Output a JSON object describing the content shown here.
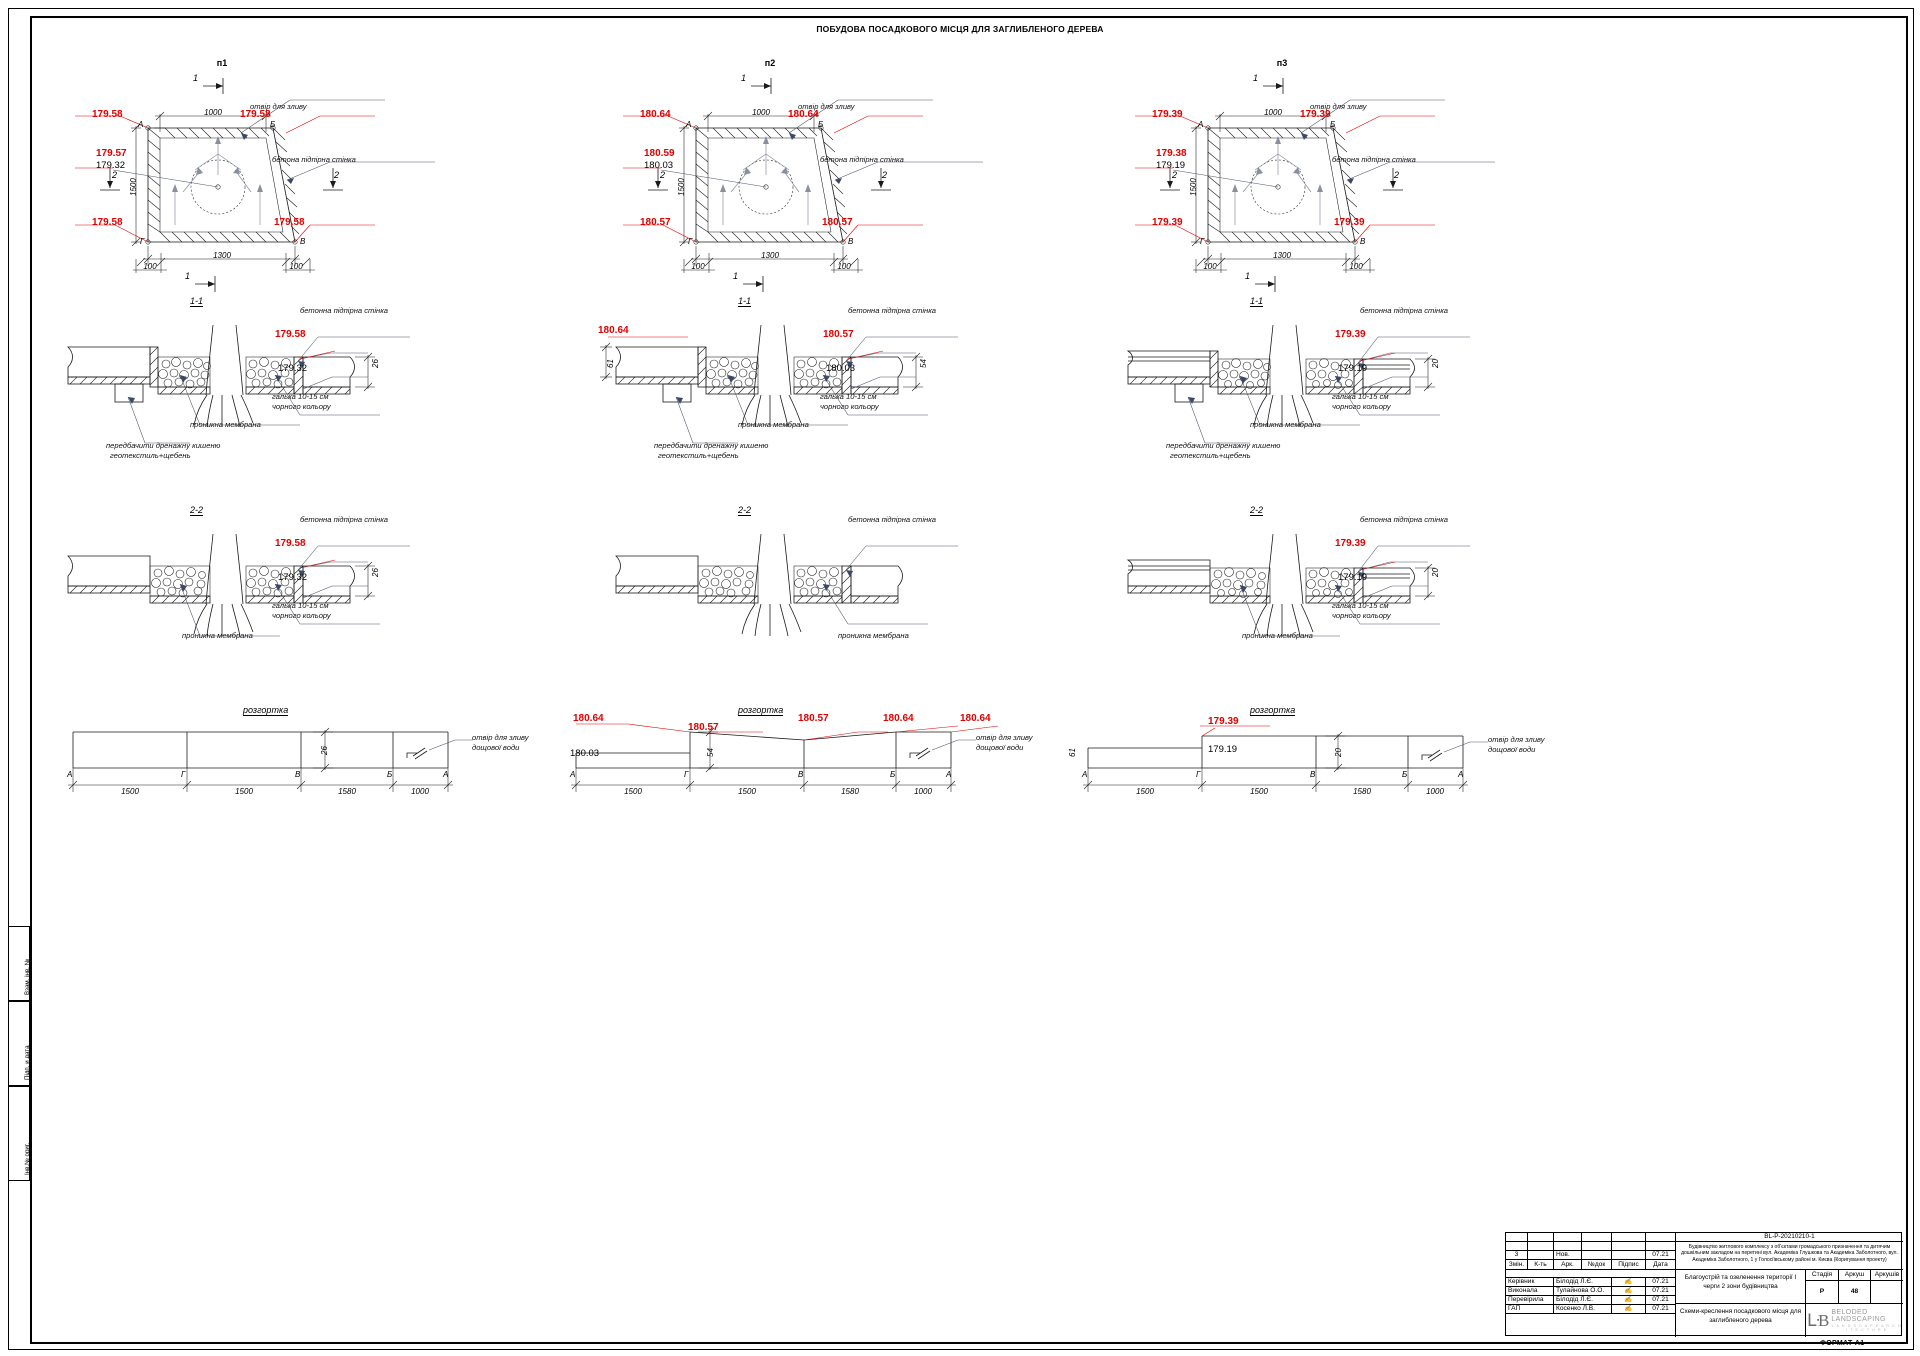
{
  "sheet": {
    "title": "ПОБУДОВА ПОСАДКОВОГО МІСЦЯ ДЛЯ ЗАГЛИБЛЕНОГО ДЕРЕВА",
    "format_label": "ФОРМАТ А1"
  },
  "left_stamp": {
    "labels": [
      "Взам. інв. №",
      "Підп. и дата",
      "Інв.№ ориг."
    ]
  },
  "common": {
    "label_opening": "отвір для зливу",
    "label_wall_plan": "бетона підпірна стінка",
    "label_wall_sect": "бетонна підпірна стінка",
    "label_membrane": "проникна мембрана",
    "label_gravel_1": "галька 10-15 см",
    "label_gravel_2": "чорного кольору",
    "label_drain_1": "передбачити дренажну кишеню",
    "label_drain_2": "геотекстиль+щебень",
    "label_outlet_1": "отвір для зливу",
    "label_outlet_2": "дощової води",
    "label_unfold": "розгортка",
    "sect_1": "1-1",
    "sect_2": "2-2",
    "mark_1": "1",
    "mark_2": "2",
    "corners": [
      "А",
      "Б",
      "В",
      "Г"
    ],
    "dim_top": "1000",
    "dim_bottom": "1300",
    "dim_side": "1500",
    "dim_100": "100"
  },
  "details": [
    {
      "name": "п1",
      "plan": {
        "elev_top_left": "179.58",
        "elev_top_right": "179.58",
        "elev_bot_left": "179.58",
        "elev_bot_right": "179.58",
        "elev_center_red": "179.57",
        "elev_center_black": "179.32"
      },
      "sect11": {
        "elev_red": "179.58",
        "elev_black": "179.32",
        "depth": "26",
        "has_left_elev": false,
        "left_elev": "",
        "left_depth": "",
        "layered": false
      },
      "sect22": {
        "elev_red": "179.58",
        "elev_black": "179.32",
        "depth": "26",
        "layered": false
      },
      "unfold": {
        "depth": "26",
        "spans": [
          "1500",
          "1500",
          "1580",
          "1000"
        ],
        "points": [
          "А",
          "Г",
          "В",
          "Б",
          "А"
        ],
        "elev_top": [],
        "elev_low": "",
        "elev_step": ""
      }
    },
    {
      "name": "п2",
      "plan": {
        "elev_top_left": "180.64",
        "elev_top_right": "180.64",
        "elev_bot_left": "180.57",
        "elev_bot_right": "180.57",
        "elev_center_red": "180.59",
        "elev_center_black": "180.03"
      },
      "sect11": {
        "elev_red": "180.57",
        "elev_black": "180.03",
        "depth": "54",
        "has_left_elev": true,
        "left_elev": "180.64",
        "left_depth": "61",
        "layered": false
      },
      "sect22": {
        "elev_red": "",
        "elev_black": "",
        "depth": "",
        "layered": false
      },
      "unfold": {
        "depth": "54",
        "spans": [
          "1500",
          "1500",
          "1580",
          "1000"
        ],
        "points": [
          "А",
          "Г",
          "В",
          "Б",
          "А"
        ],
        "elev_top": [
          "180.64",
          "180.57",
          "180.57",
          "180.64",
          "180.64"
        ],
        "elev_low": "180.03",
        "elev_step": ""
      }
    },
    {
      "name": "п3",
      "plan": {
        "elev_top_left": "179.39",
        "elev_top_right": "179.39",
        "elev_bot_left": "179.39",
        "elev_bot_right": "179.39",
        "elev_center_red": "179.38",
        "elev_center_black": "179.19"
      },
      "sect11": {
        "elev_red": "179.39",
        "elev_black": "179.19",
        "depth": "20",
        "has_left_elev": false,
        "left_elev": "",
        "left_depth": "",
        "layered": true
      },
      "sect22": {
        "elev_red": "179.39",
        "elev_black": "179.19",
        "depth": "20",
        "layered": true
      },
      "unfold": {
        "depth": "20",
        "spans": [
          "1500",
          "1500",
          "1580",
          "1000"
        ],
        "points": [
          "А",
          "Г",
          "В",
          "Б",
          "А"
        ],
        "elev_top": [
          "179.39"
        ],
        "elev_low": "179.19",
        "elev_step": ""
      }
    }
  ],
  "title_block": {
    "project_code": "BL-P-20210210-1",
    "project_desc": "Будівництво житлового комплексу з об'єктами громадського призначення та дитячим дошкільним закладом на перетині вул. Академіка Глушкова та Академіка Заболотного, вул. Академіка Заболотного, 1 у Голосіївському районі м. Києва (Коригування проекту)",
    "object_title": "Благоустрій та озеленення території І черги 2 зони будівництва",
    "drawing_title": "Схеми-креслення посадкового місця для заглибленого дерева",
    "rev_headers": [
      "Змін.",
      "К-ть",
      "Арк.",
      "№док",
      "Підпис",
      "Дата"
    ],
    "rev_row": {
      "num": "3",
      "count": "",
      "sheet": "Нов.",
      "doc": "",
      "sign": "",
      "date": "07.21"
    },
    "roles": [
      {
        "role": "Керівник",
        "person": "Білодід Л.Є.",
        "sign": "✍",
        "date": "07.21"
      },
      {
        "role": "Виконала",
        "person": "Тулайнова О.О.",
        "sign": "✍",
        "date": "07.21"
      },
      {
        "role": "Перевірила",
        "person": "Білодід Л.Є.",
        "sign": "✍",
        "date": "07.21"
      },
      {
        "role": "ГАП",
        "person": "Косенко Л.В.",
        "sign": "✍",
        "date": "07.21"
      }
    ],
    "stage_headers": [
      "Стадія",
      "Аркуш",
      "Аркушів"
    ],
    "stage": "Р",
    "sheet_no": "48",
    "sheet_total": "",
    "logo_name_1": "BELODED",
    "logo_name_2": "LANDSCAPING",
    "logo_sub": "L A N D S C A P E   A R C H I T E C T U R E"
  },
  "colors": {
    "red": "#e00000",
    "ink": "#1a1a1a",
    "leader": "#4a5668"
  }
}
